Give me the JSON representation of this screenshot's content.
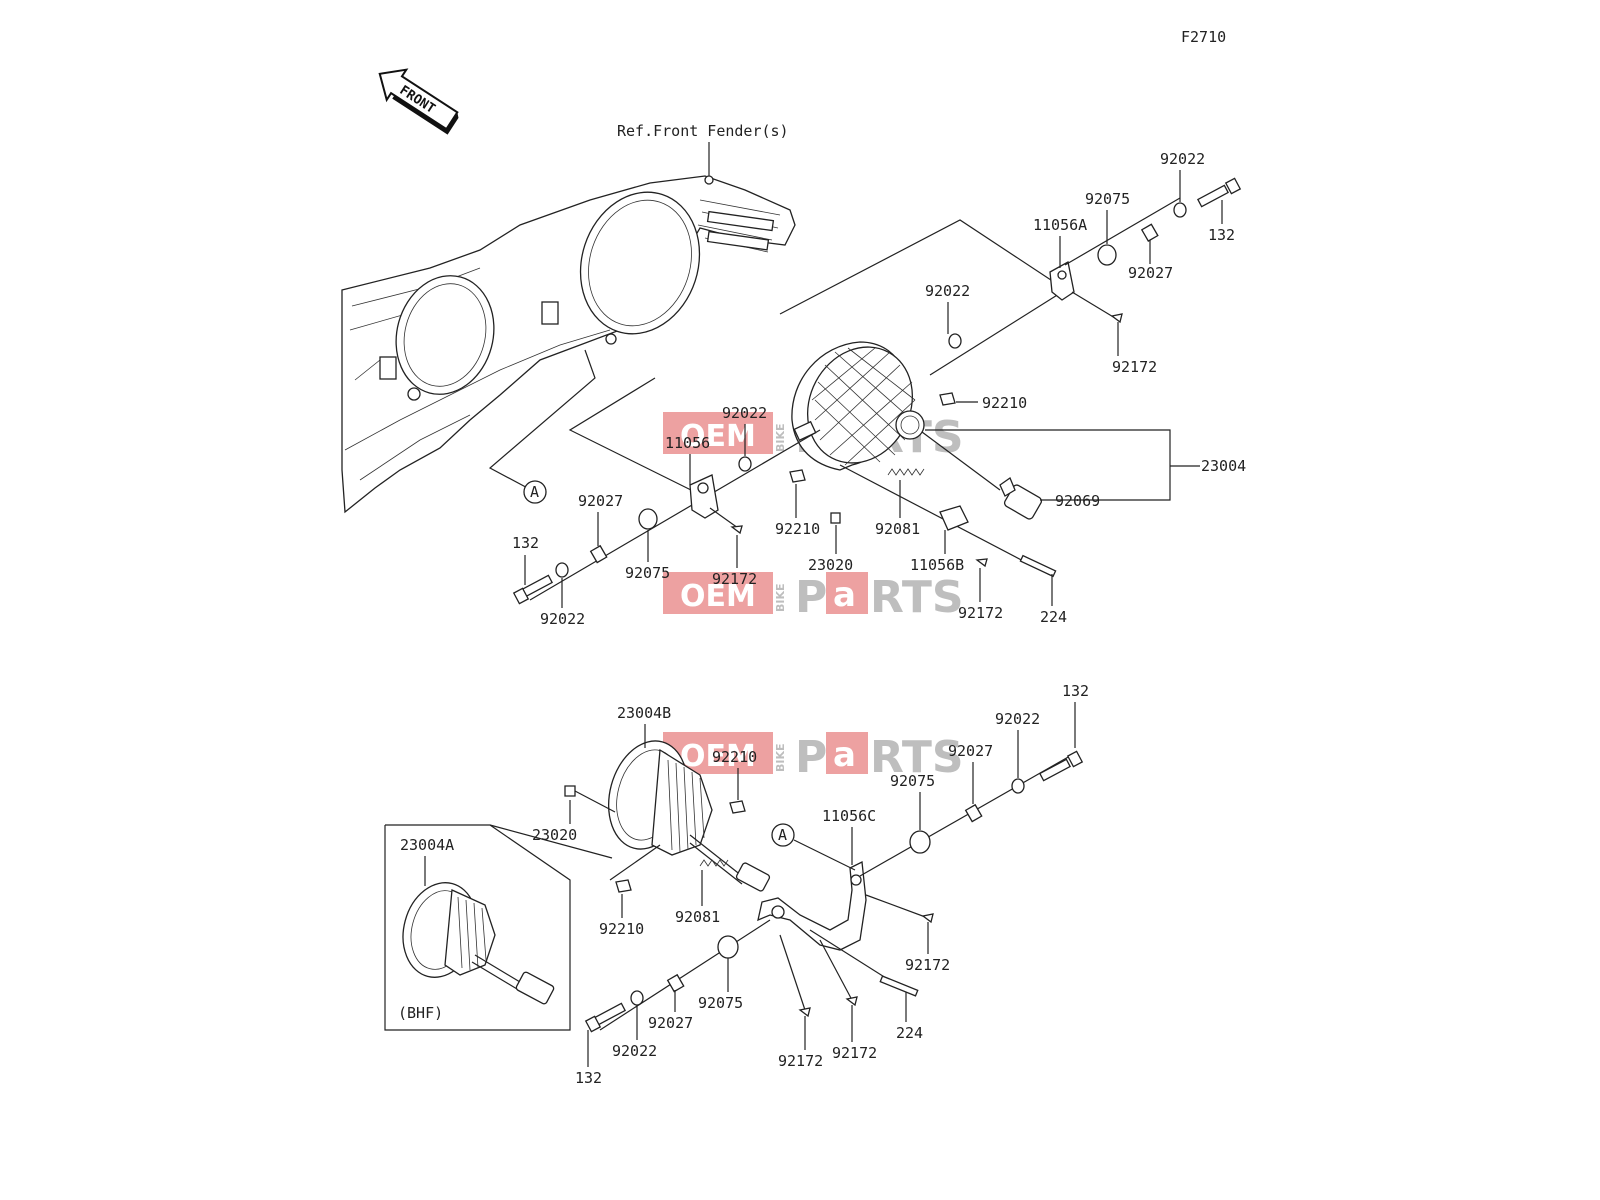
{
  "diagram_code": "F2710",
  "front_arrow_label": "FRONT",
  "ref_label": "Ref.Front Fender(s)",
  "marker_A": "A",
  "watermark": {
    "oem": "OEM",
    "bike": "BIKE",
    "parts_p": "P",
    "parts_a": "a",
    "parts_rts": "RTS",
    "colors": {
      "red": "#e05555",
      "gray": "#8a8a8a"
    }
  },
  "inset_label": "23004A",
  "inset_note": "(BHF)",
  "callouts_top": {
    "c92022_a": "92022",
    "c132_a": "132",
    "c92075_a": "92075",
    "c11056A": "11056A",
    "c92027_a": "92027",
    "c92022_b": "92022",
    "c92172_a": "92172",
    "c92210_a": "92210",
    "c92022_c": "92022",
    "c11056": "11056",
    "c23004": "23004",
    "c92069": "92069",
    "c92027_b": "92027",
    "c132_b": "132",
    "c92210_b": "92210",
    "c92081": "92081",
    "c92075_b": "92075",
    "c92172_b": "92172",
    "c23020": "23020",
    "c11056B": "11056B",
    "c92022_d": "92022",
    "c92172_c": "92172",
    "c224": "224"
  },
  "callouts_bottom": {
    "c23004B": "23004B",
    "c132_c": "132",
    "c92022_e": "92022",
    "c92210_c": "92210",
    "c92027_c": "92027",
    "c92075_c": "92075",
    "c23020_b": "23020",
    "c11056C": "11056C",
    "c92210_d": "92210",
    "c92081_b": "92081",
    "c92172_d": "92172",
    "c224_b": "224",
    "c92075_d": "92075",
    "c92027_d": "92027",
    "c92022_f": "92022",
    "c92172_e": "92172",
    "c92172_f": "92172",
    "c132_d": "132"
  }
}
